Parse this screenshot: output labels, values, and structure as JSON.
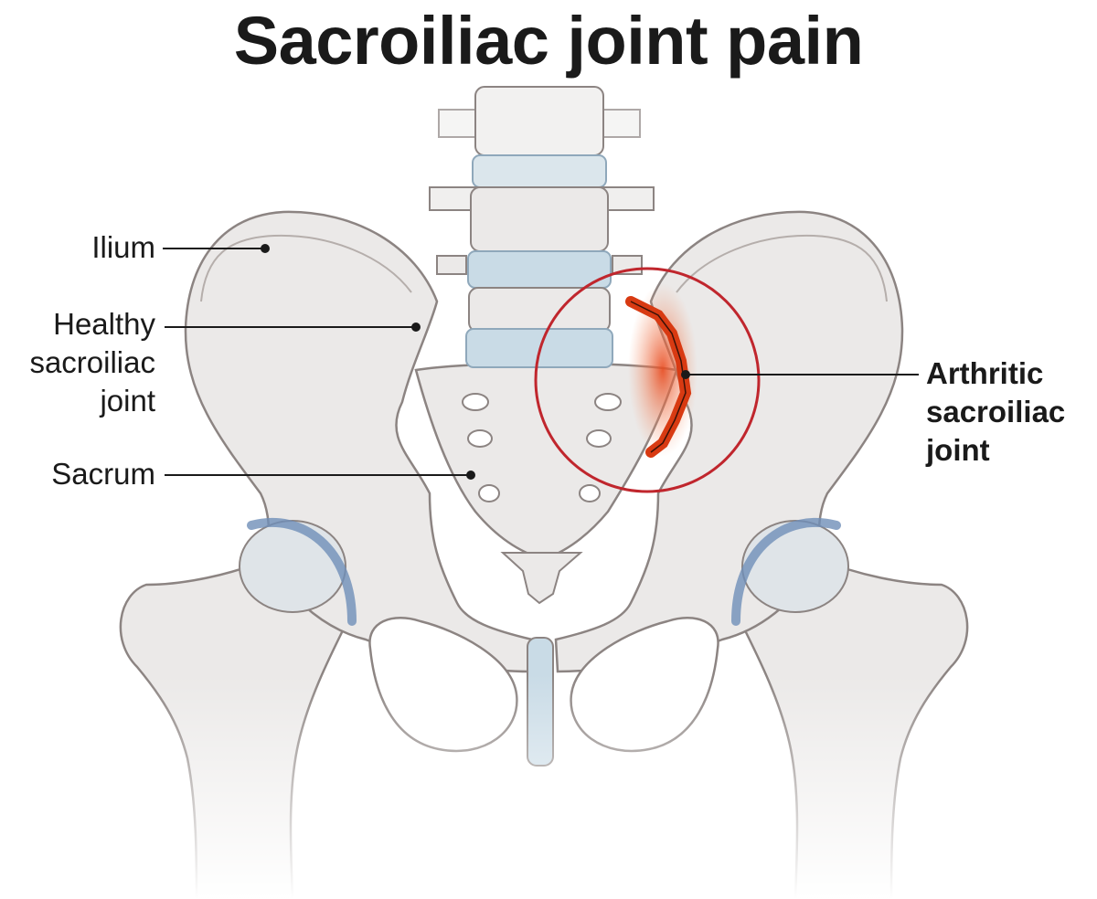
{
  "title": "Sacroiliac joint pain",
  "labels": {
    "ilium": "Ilium",
    "healthy_joint": [
      "Healthy",
      "sacroiliac",
      "joint"
    ],
    "sacrum": "Sacrum",
    "arthritic_joint": [
      "Arthritic",
      "sacroiliac",
      "joint"
    ]
  },
  "colors": {
    "bone_fill": "#ebe9e8",
    "bone_stroke": "#8c8482",
    "cartilage": "#c9dbe6",
    "cartilage_stroke": "#6f8fb8",
    "inflammation": "#e8491d",
    "highlight_circle": "#c0262d",
    "text": "#1a1a1a"
  }
}
